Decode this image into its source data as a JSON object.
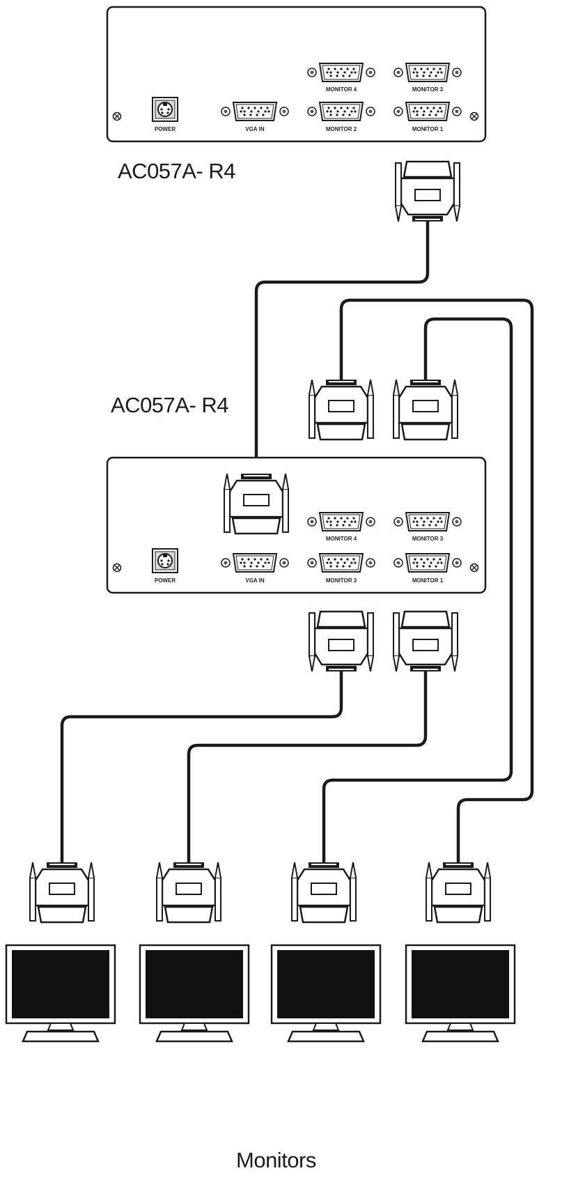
{
  "labels": {
    "unit_top": "AC057A- R4",
    "unit_middle": "AC057A- R4",
    "monitors": "Monitors"
  },
  "ports": {
    "power": "POWER",
    "vga_in": "VGA IN",
    "monitor1": "MONITOR 1",
    "monitor2": "MONITOR 2",
    "monitor3": "MONITOR 3",
    "monitor4": "MONITOR 4"
  },
  "ports_middle": {
    "power": "POWER",
    "vga_in": "VGA IN",
    "monitor1": "MONITOR 1",
    "monitor2": "MONITOR 3",
    "monitor3": "MONITOR 3",
    "monitor4": "MONITOR 4"
  },
  "icons": {
    "power_port": "ps2-power-port-icon",
    "vga_port": "db15-vga-port-icon",
    "vga_plug": "vga-cable-connector-icon",
    "monitor": "monitor-icon",
    "screw": "screw-icon"
  },
  "colors": {
    "line": "#1a1a1a",
    "monitor_screen": "#111111",
    "background": "#ffffff"
  }
}
